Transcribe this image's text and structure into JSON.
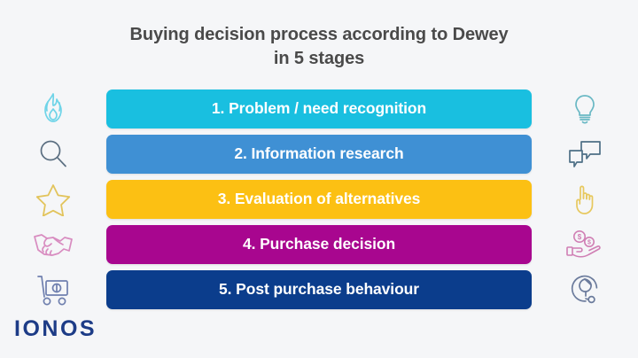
{
  "page": {
    "background_color": "#f5f6f8",
    "title_line_1": "Buying decision process according to Dewey",
    "title_line_2": "in 5 stages",
    "title_color": "#4a4a4a"
  },
  "logo": {
    "text": "IONOS",
    "color": "#1d3c87"
  },
  "stages": [
    {
      "number": "1.",
      "label": "1. Problem / need recognition",
      "bar_color": "#19bfe0",
      "text_color": "#ffffff",
      "left_icon": "flame-icon",
      "left_icon_color": "#6fd4e8",
      "right_icon": "lightbulb-icon",
      "right_icon_color": "#69b8c4"
    },
    {
      "number": "2.",
      "label": "2. Information research",
      "bar_color": "#3f90d4",
      "text_color": "#ffffff",
      "left_icon": "magnifying-glass-icon",
      "left_icon_color": "#5a6e80",
      "right_icon": "speech-bubbles-icon",
      "right_icon_color": "#4e6f86"
    },
    {
      "number": "3.",
      "label": "3. Evaluation of alternatives",
      "bar_color": "#fcc013",
      "text_color": "#ffffff",
      "left_icon": "star-icon",
      "left_icon_color": "#e2c45c",
      "right_icon": "pointing-hand-icon",
      "right_icon_color": "#e7c85e"
    },
    {
      "number": "4.",
      "label": "4. Purchase decision",
      "bar_color": "#a8068f",
      "text_color": "#ffffff",
      "left_icon": "handshake-icon",
      "left_icon_color": "#d88cc0",
      "right_icon": "hand-with-coins-icon",
      "right_icon_color": "#d07fb4"
    },
    {
      "number": "5.",
      "label": "5. Post purchase behaviour",
      "bar_color": "#0b3d8c",
      "text_color": "#ffffff",
      "left_icon": "shopping-cart-money-icon",
      "left_icon_color": "#6f7fae",
      "right_icon": "headset-support-icon",
      "right_icon_color": "#6b7b9c"
    }
  ]
}
